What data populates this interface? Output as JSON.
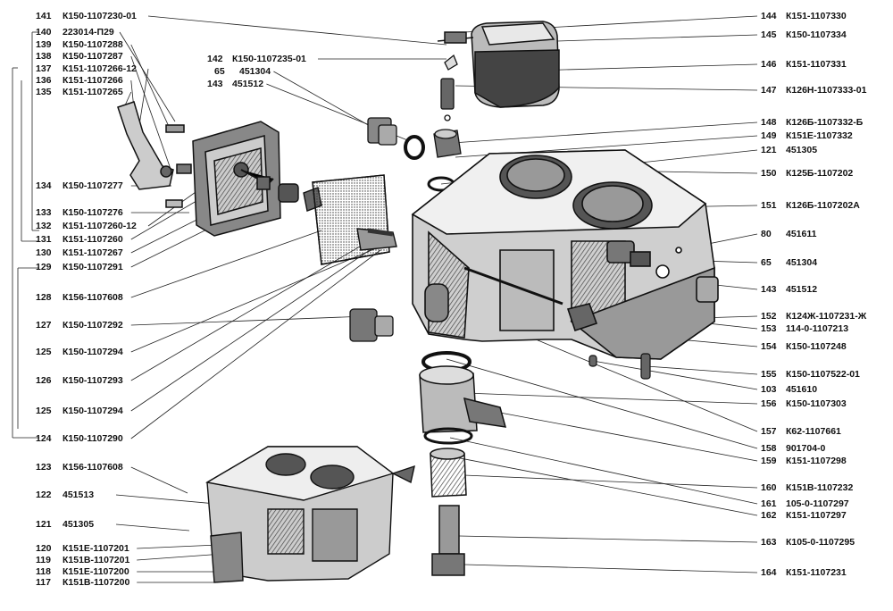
{
  "left_labels": [
    {
      "num": "141",
      "code": "К150-1107230-01"
    },
    {
      "num": "140",
      "code": "223014-П29"
    },
    {
      "num": "139",
      "code": "К150-1107288"
    },
    {
      "num": "138",
      "code": "К150-1107287"
    },
    {
      "num": "137",
      "code": "К151-1107266-12"
    },
    {
      "num": "136",
      "code": "К151-1107266"
    },
    {
      "num": "135",
      "code": "К151-1107265"
    },
    {
      "num": "134",
      "code": "К150-1107277"
    },
    {
      "num": "133",
      "code": "К150-1107276"
    },
    {
      "num": "132",
      "code": "К151-1107260-12"
    },
    {
      "num": "131",
      "code": "К151-1107260"
    },
    {
      "num": "130",
      "code": "К151-1107267"
    },
    {
      "num": "129",
      "code": "К150-1107291"
    },
    {
      "num": "128",
      "code": "К156-1107608"
    },
    {
      "num": "127",
      "code": "К150-1107292"
    },
    {
      "num": "125",
      "code": "К150-1107294"
    },
    {
      "num": "126",
      "code": "К150-1107293"
    },
    {
      "num": "125",
      "code": "К150-1107294"
    },
    {
      "num": "124",
      "code": "К150-1107290"
    },
    {
      "num": "123",
      "code": "К156-1107608"
    },
    {
      "num": "122",
      "code": "451513"
    },
    {
      "num": "121",
      "code": "451305"
    },
    {
      "num": "120",
      "code": "К151Е-1107201"
    },
    {
      "num": "119",
      "code": "К151В-1107201"
    },
    {
      "num": "118",
      "code": "К151Е-1107200"
    },
    {
      "num": "117",
      "code": "К151В-1107200"
    }
  ],
  "center_labels": [
    {
      "num": "142",
      "code": "К150-1107235-01"
    },
    {
      "num": "65",
      "code": "451304"
    },
    {
      "num": "143",
      "code": "451512"
    }
  ],
  "right_labels": [
    {
      "num": "144",
      "code": "К151-1107330"
    },
    {
      "num": "145",
      "code": "К150-1107334"
    },
    {
      "num": "146",
      "code": "К151-1107331"
    },
    {
      "num": "147",
      "code": "К126Н-1107333-01"
    },
    {
      "num": "148",
      "code": "К126Б-1107332-Б"
    },
    {
      "num": "149",
      "code": "К151Е-1107332"
    },
    {
      "num": "121",
      "code": "451305"
    },
    {
      "num": "150",
      "code": "К125Б-1107202"
    },
    {
      "num": "151",
      "code": "К126Б-1107202А"
    },
    {
      "num": "80",
      "code": "451611"
    },
    {
      "num": "65",
      "code": "451304"
    },
    {
      "num": "143",
      "code": "451512"
    },
    {
      "num": "152",
      "code": "К124Ж-1107231-Ж"
    },
    {
      "num": "153",
      "code": "114-0-1107213"
    },
    {
      "num": "154",
      "code": "К150-1107248"
    },
    {
      "num": "155",
      "code": "К150-1107522-01"
    },
    {
      "num": "103",
      "code": "451610"
    },
    {
      "num": "156",
      "code": "К150-1107303"
    },
    {
      "num": "157",
      "code": "К62-1107661"
    },
    {
      "num": "158",
      "code": "901704-0"
    },
    {
      "num": "159",
      "code": "К151-1107298"
    },
    {
      "num": "160",
      "code": "К151В-1107232"
    },
    {
      "num": "161",
      "code": "105-0-1107297"
    },
    {
      "num": "162",
      "code": "К151-1107297"
    },
    {
      "num": "163",
      "code": "К105-0-1107295"
    },
    {
      "num": "164",
      "code": "К151-1107231"
    }
  ]
}
